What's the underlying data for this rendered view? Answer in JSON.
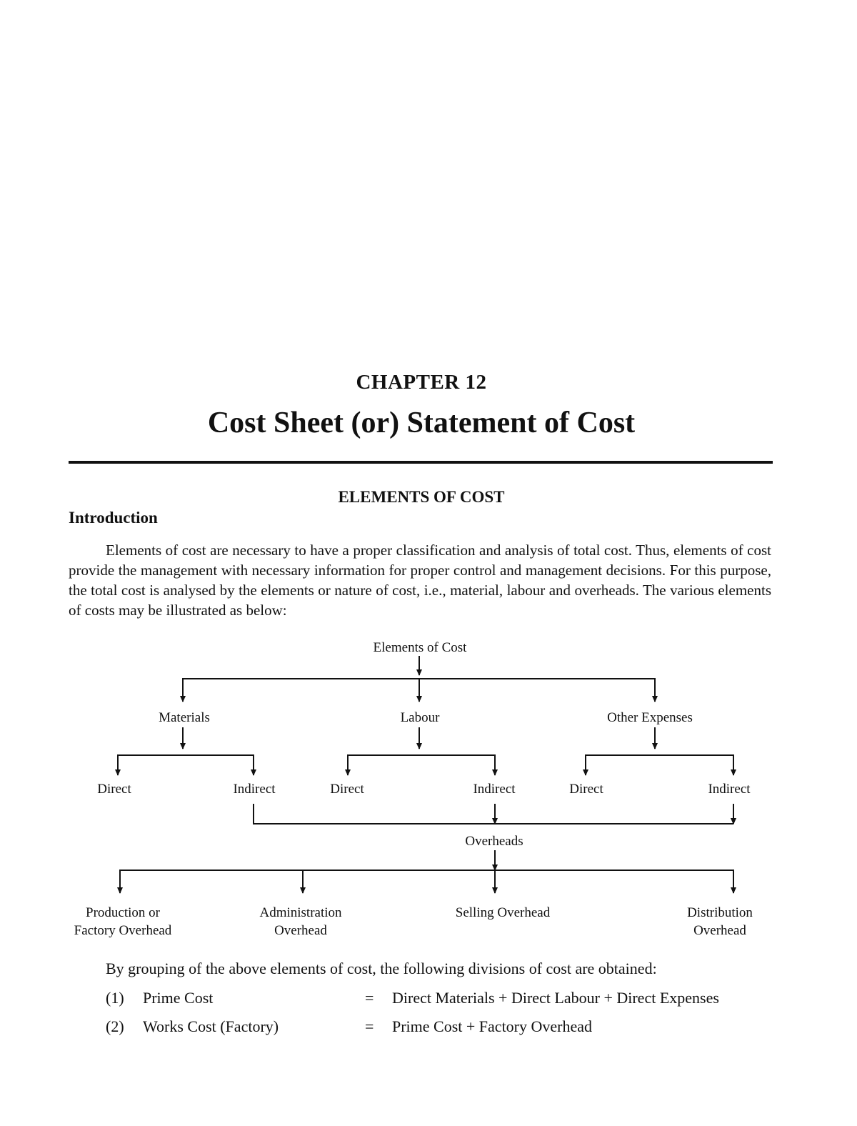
{
  "chapter": {
    "label": "CHAPTER 12",
    "title": "Cost Sheet (or) Statement of Cost"
  },
  "section": {
    "heading": "ELEMENTS OF COST",
    "intro_heading": "Introduction",
    "intro_paragraph": "Elements of cost are necessary to have a proper classification and analysis of total cost. Thus, elements of cost provide the management with necessary information for proper control and management decisions. For this purpose, the total cost is analysed by the elements or nature of cost, i.e., material, labour and overheads. The various elements of costs may be illustrated as below:"
  },
  "diagram": {
    "root": "Elements of Cost",
    "level1": [
      "Materials",
      "Labour",
      "Other Expenses"
    ],
    "level2": [
      "Direct",
      "Indirect",
      "Direct",
      "Indirect",
      "Direct",
      "Indirect"
    ],
    "overheads": "Overheads",
    "level3": [
      [
        "Production or",
        "Factory Overhead"
      ],
      [
        "Administration",
        "Overhead"
      ],
      [
        "Selling Overhead"
      ],
      [
        "Distribution",
        "Overhead"
      ]
    ]
  },
  "grouping": {
    "intro": "By grouping of the above elements of cost, the following divisions of cost are obtained:",
    "items": [
      {
        "num": "(1)",
        "term": "Prime Cost",
        "eq": "=",
        "formula": "Direct Materials + Direct Labour + Direct Expenses"
      },
      {
        "num": "(2)",
        "term": "Works Cost (Factory)",
        "eq": "=",
        "formula": "Prime Cost + Factory Overhead"
      }
    ]
  }
}
